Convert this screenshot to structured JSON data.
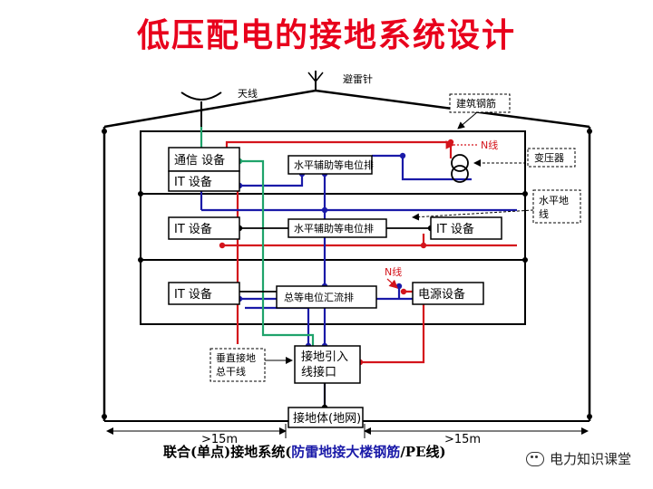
{
  "title": "低压配电的接地系统设计",
  "labels": {
    "antenna": "天线",
    "lightning_rod": "避雷针",
    "building_rebar": "建筑钢筋",
    "n_line_top": "N线",
    "transformer": "变压器",
    "horizontal_ground": "水平地线",
    "comm_device": "通信 设备",
    "it_device_1": "IT  设备",
    "bonding_bar_1": "水平辅助等电位排",
    "it_device_2": "IT 设备",
    "bonding_bar_2": "水平辅助等电位排",
    "it_device_3": "IT  设备",
    "n_line_mid": "N线",
    "it_device_4": "IT 设备",
    "main_bar": "总等电位汇流排",
    "power_device": "电源设备",
    "vertical_trunk": "垂直接地总干线",
    "ground_interface": "接地引入线接口",
    "ground_body": "接地体(地网)",
    "dist_left": ">15m",
    "dist_right": ">15m"
  },
  "caption": {
    "part1": "联合(单点)接地系统(",
    "part2": "防雷地接大楼钢筋",
    "part3": "/PE线)"
  },
  "watermark": "电力知识课堂",
  "colors": {
    "title": "#e8001c",
    "red_line": "#d4141c",
    "blue_line": "#1a1aa8",
    "green_line": "#1fa36b",
    "black_line": "#000000"
  }
}
